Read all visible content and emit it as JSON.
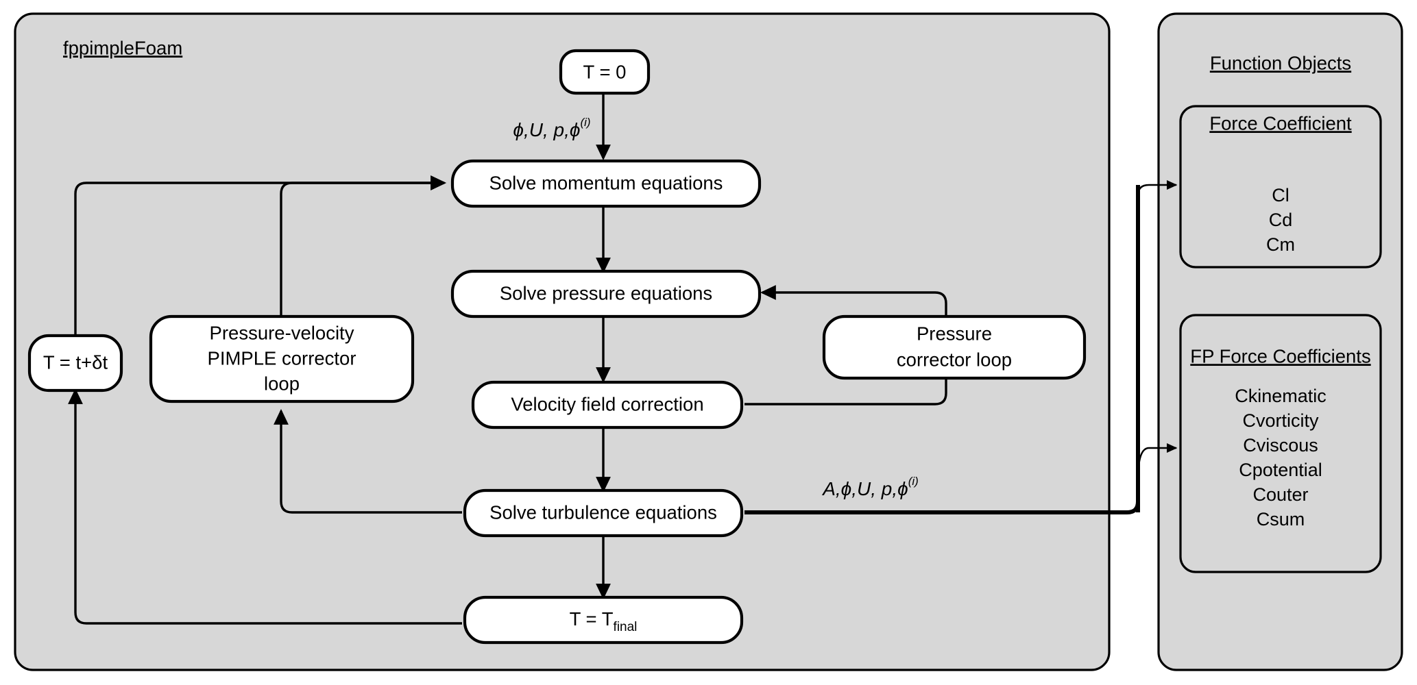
{
  "diagram": {
    "type": "flowchart",
    "title_visible": false,
    "colors": {
      "panel_background": "#d7d7d7",
      "node_background": "#ffffff",
      "stroke": "#000000",
      "page_background": "#ffffff"
    },
    "solver_panel": {
      "label": "fppimpleFoam"
    },
    "nodes": {
      "start": "T = 0",
      "momentum": "Solve momentum equations",
      "pressure": "Solve pressure equations",
      "velocity_correction": "Velocity field correction",
      "turbulence": "Solve turbulence equations",
      "final": {
        "prefix": "T = T",
        "subscript": "final"
      },
      "time_step": "T = t+δt",
      "pimple_loop": {
        "line1": "Pressure-velocity",
        "line2": "PIMPLE corrector",
        "line3": "loop"
      },
      "pressure_loop": {
        "line1": "Pressure",
        "line2": "corrector loop"
      }
    },
    "edge_labels": {
      "initial_fields": {
        "base": "ϕ,U, p,ϕ",
        "superscript": "(i)"
      },
      "turbulence_output": {
        "base": "A,ϕ,U, p,ϕ",
        "superscript": "(i)"
      }
    },
    "function_objects_panel": {
      "title": "Function Objects",
      "groups": [
        {
          "title": "Force Coefficient",
          "items": [
            "Cl",
            "Cd",
            "Cm"
          ]
        },
        {
          "title": "FP Force Coefficients",
          "items": [
            "Ckinematic",
            "Cvorticity",
            "Cviscous",
            "Cpotential",
            "Couter",
            "Csum"
          ]
        }
      ]
    }
  }
}
